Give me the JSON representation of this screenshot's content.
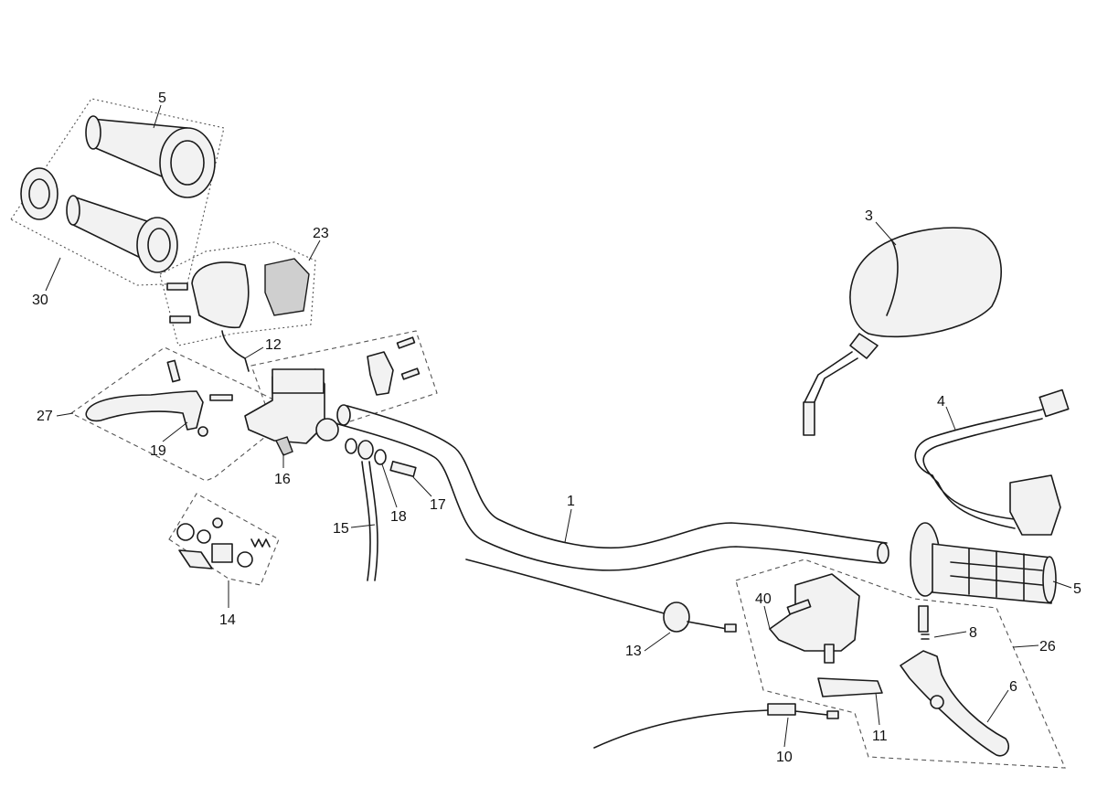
{
  "callouts": [
    {
      "id": "c1",
      "label": "1"
    },
    {
      "id": "c3",
      "label": "3"
    },
    {
      "id": "c4",
      "label": "4"
    },
    {
      "id": "c5a",
      "label": "5"
    },
    {
      "id": "c5b",
      "label": "5"
    },
    {
      "id": "c6",
      "label": "6"
    },
    {
      "id": "c8",
      "label": "8"
    },
    {
      "id": "c10",
      "label": "10"
    },
    {
      "id": "c11",
      "label": "11"
    },
    {
      "id": "c12",
      "label": "12"
    },
    {
      "id": "c13",
      "label": "13"
    },
    {
      "id": "c14",
      "label": "14"
    },
    {
      "id": "c15",
      "label": "15"
    },
    {
      "id": "c16",
      "label": "16"
    },
    {
      "id": "c17",
      "label": "17"
    },
    {
      "id": "c18",
      "label": "18"
    },
    {
      "id": "c19",
      "label": "19"
    },
    {
      "id": "c23",
      "label": "23"
    },
    {
      "id": "c26",
      "label": "26"
    },
    {
      "id": "c27",
      "label": "27"
    },
    {
      "id": "c30",
      "label": "30"
    },
    {
      "id": "c40",
      "label": "40"
    }
  ]
}
